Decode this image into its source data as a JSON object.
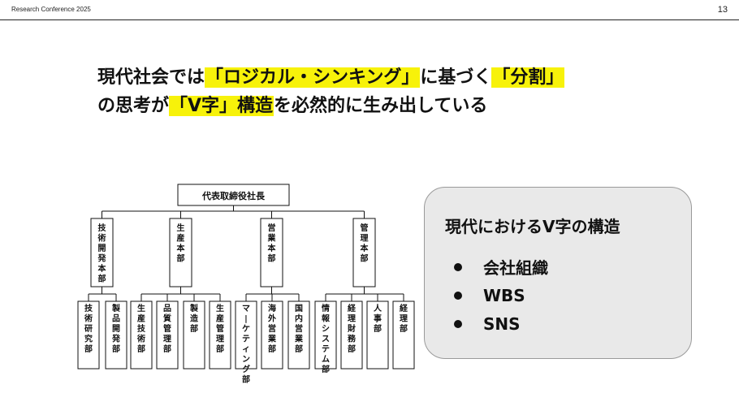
{
  "header": {
    "conference": "Research Conference 2025",
    "page_number": "13"
  },
  "headline": {
    "line1": [
      {
        "text": "現代社会では",
        "highlight": false
      },
      {
        "text": "「ロジカル・シンキング」",
        "highlight": true
      },
      {
        "text": "に基づく",
        "highlight": false
      },
      {
        "text": "「分割」",
        "highlight": true
      }
    ],
    "line2": [
      {
        "text": "の思考が",
        "highlight": false
      },
      {
        "text": "「V字」構造",
        "highlight": true
      },
      {
        "text": "を必然的に生み出している",
        "highlight": false
      }
    ]
  },
  "org_chart": {
    "top": "代表取締役社長",
    "divisions": [
      {
        "name": "技術開発本部",
        "departments": [
          "技術研究部",
          "製品開発部"
        ]
      },
      {
        "name": "生産本部",
        "departments": [
          "生産技術部",
          "品質管理部",
          "製造部",
          "生産管理部"
        ]
      },
      {
        "name": "営業本部",
        "departments": [
          "マーケティング部",
          "海外営業部",
          "国内営業部"
        ]
      },
      {
        "name": "管理本部",
        "departments": [
          "情報システム部",
          "経理財務部",
          "人事部",
          "経理部"
        ]
      }
    ]
  },
  "panel": {
    "title": "現代におけるV字の構造",
    "items": [
      "会社組織",
      "WBS",
      "SNS"
    ]
  },
  "colors": {
    "highlight": "#f7f20a",
    "panel_bg": "#e9e9e9",
    "panel_border": "#9a9a9a",
    "ink": "#111111"
  }
}
